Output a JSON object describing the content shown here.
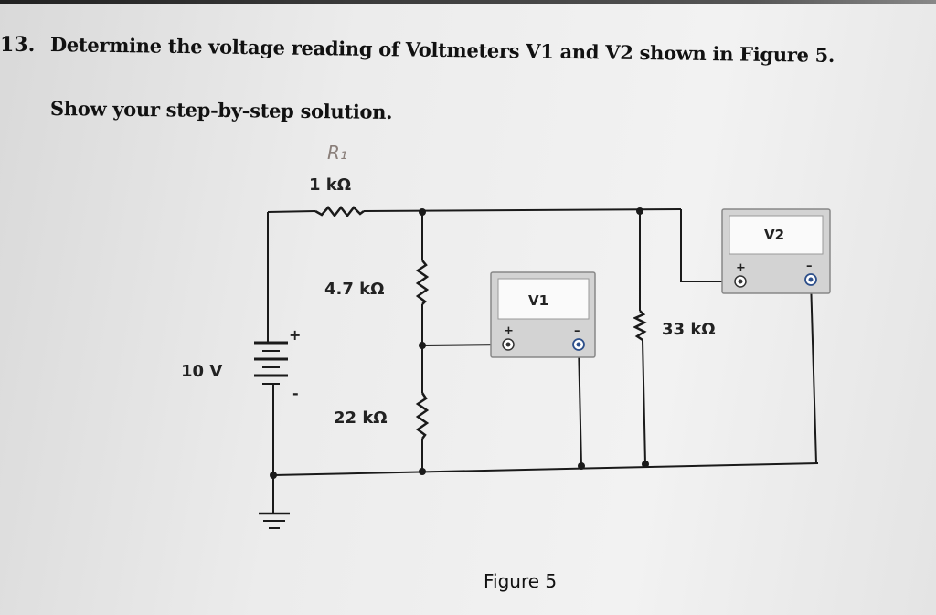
{
  "question": {
    "number": "13.",
    "text": "Determine the voltage reading of Voltmeters V1 and V2 shown in Figure 5.",
    "instruction": "Show your step-by-step solution."
  },
  "circuit": {
    "handwritten_label": "R₁",
    "r1_label": "1 kΩ",
    "r2_label": "4.7 kΩ",
    "r3_label": "22 kΩ",
    "r4_label": "33 kΩ",
    "source_label": "10 V",
    "source_plus": "+",
    "source_minus": "-",
    "v1_label": "V1",
    "v2_label": "V2",
    "meter_plus": "+",
    "meter_minus": "–"
  },
  "caption": "Figure 5"
}
